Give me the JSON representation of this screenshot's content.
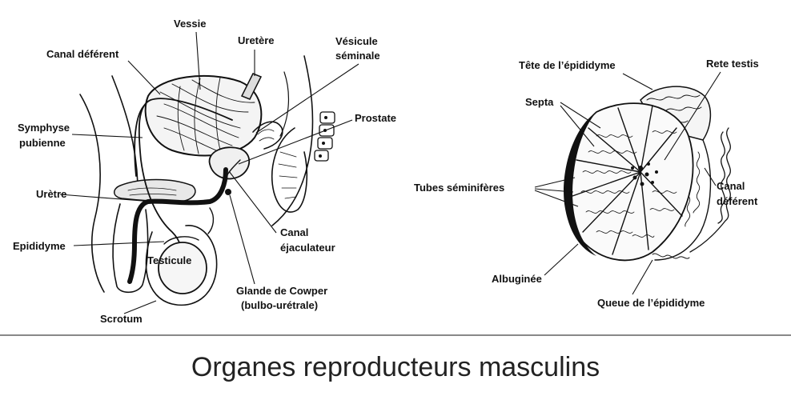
{
  "figure": {
    "title": "Organes reproducteurs masculins",
    "left_labels": {
      "vessie": "Vessie",
      "uretere": "Uretère",
      "canal_deferent": "Canal déférent",
      "vesicule_line1": "Vésicule",
      "vesicule_line2": "séminale",
      "prostate": "Prostate",
      "symphyse_line1": "Symphyse",
      "symphyse_line2": "pubienne",
      "uretre": "Urètre",
      "epididyme": "Epididyme",
      "testicule": "Testicule",
      "scrotum": "Scrotum",
      "canal_ejac_line1": "Canal",
      "canal_ejac_line2": "éjaculateur",
      "cowper_line1": "Glande de Cowper",
      "cowper_line2": "(bulbo-urétrale)"
    },
    "right_labels": {
      "tete_epididyme": "Tête de l’épididyme",
      "rete_testis": "Rete testis",
      "septa": "Septa",
      "tubes_seminiferes": "Tubes séminifères",
      "canal_deferent_line1": "Canal",
      "canal_deferent_line2": "déférent",
      "albuginee": "Albuginée",
      "queue_epididyme": "Queue de l’épididyme"
    }
  }
}
